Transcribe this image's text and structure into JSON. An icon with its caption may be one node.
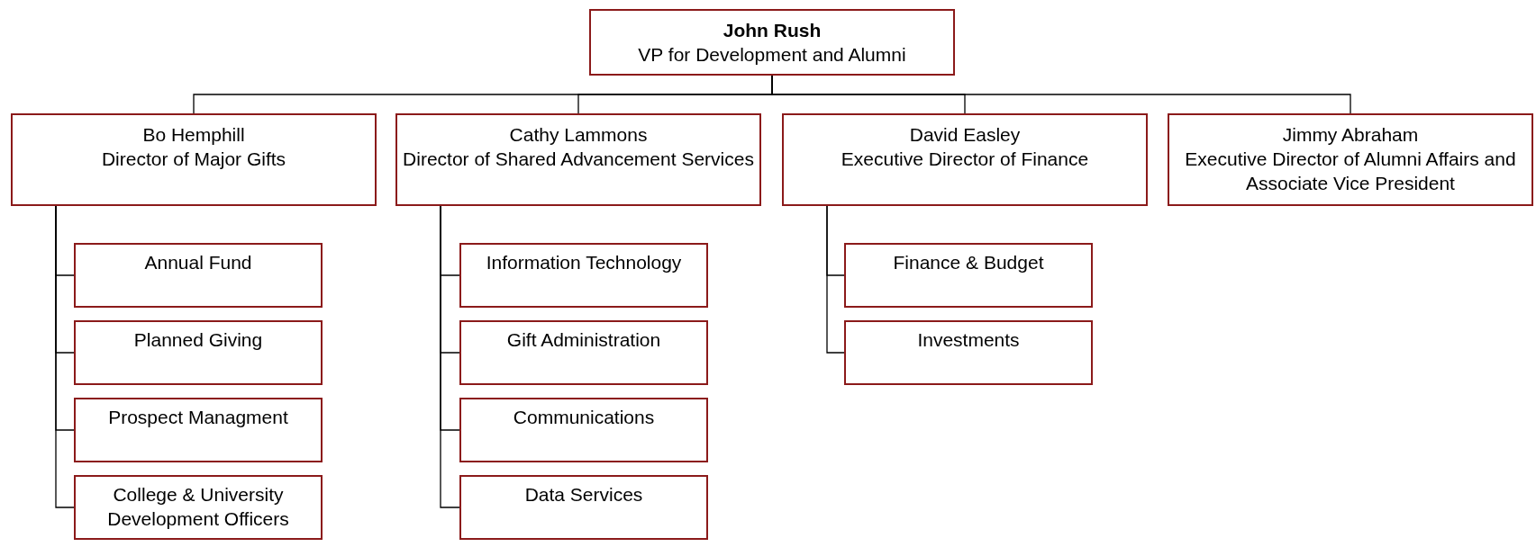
{
  "diagram": {
    "nodes": [
      {
        "text": [
          "John Rush",
          "VP for Development and Alumni"
        ]
      },
      {
        "text": [
          "Bo Hemphill",
          "Director of Major Gifts"
        ]
      },
      {
        "text": [
          "Cathy Lammons",
          "Director of Shared Advancement Services"
        ]
      },
      {
        "text": [
          "David Easley",
          "Executive Director of Finance"
        ]
      },
      {
        "text": [
          "Jimmy Abraham",
          "Executive Director of Alumni Affairs and Associate Vice President"
        ]
      },
      {
        "text": [
          "Annual Fund"
        ]
      },
      {
        "text": [
          "Planned Giving"
        ]
      },
      {
        "text": [
          "Prospect Managment"
        ]
      },
      {
        "text": [
          "College & University Development Officers"
        ]
      },
      {
        "text": [
          "Information Technology"
        ]
      },
      {
        "text": [
          "Gift Administration"
        ]
      },
      {
        "text": [
          "Communications"
        ]
      },
      {
        "text": [
          "Data Services"
        ]
      },
      {
        "text": [
          "Finance & Budget"
        ]
      },
      {
        "text": [
          "Investments"
        ]
      }
    ],
    "edges": [
      {
        "from": 0,
        "to": 1,
        "arrow": "none"
      },
      {
        "from": 0,
        "to": 2,
        "arrow": "none"
      },
      {
        "from": 0,
        "to": 3,
        "arrow": "none"
      },
      {
        "from": 0,
        "to": 4,
        "arrow": "none"
      },
      {
        "from": 1,
        "to": 5,
        "arrow": "none"
      },
      {
        "from": 1,
        "to": 6,
        "arrow": "none"
      },
      {
        "from": 1,
        "to": 7,
        "arrow": "none"
      },
      {
        "from": 1,
        "to": 8,
        "arrow": "none"
      },
      {
        "from": 2,
        "to": 9,
        "arrow": "none"
      },
      {
        "from": 2,
        "to": 10,
        "arrow": "none"
      },
      {
        "from": 2,
        "to": 11,
        "arrow": "none"
      },
      {
        "from": 2,
        "to": 12,
        "arrow": "none"
      },
      {
        "from": 3,
        "to": 13,
        "arrow": "none"
      },
      {
        "from": 3,
        "to": 14,
        "arrow": "none"
      }
    ]
  }
}
